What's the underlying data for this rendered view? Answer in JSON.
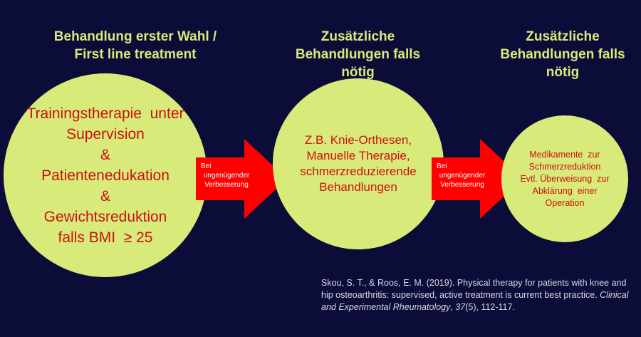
{
  "headings": {
    "col1": [
      "Behandlung erster Wahl /",
      "First line treatment"
    ],
    "col2": [
      "Zusätzliche",
      "Behandlungen falls",
      "nötig"
    ],
    "col3": [
      "Zusätzliche",
      "Behandlungen falls",
      "nötig"
    ]
  },
  "circles": {
    "first_line": [
      "Trainingstherapie  unter",
      "Supervision",
      "&",
      "Patientenedukation",
      "&",
      "Gewichtsreduktion",
      "falls BMI  ≥ 25"
    ],
    "additional_1": [
      "Z.B. Knie-Orthesen,",
      "Manuelle Therapie,",
      "schmerzreduzierende",
      "Behandlungen"
    ],
    "additional_2": [
      "Medikamente  zur",
      "Schmerzreduktion",
      "Evtl. Überweisung  zur",
      "Abklärung  einer",
      "Operation"
    ]
  },
  "arrows": {
    "arrow1": [
      "Bei",
      "ungenügender",
      "Verbesserung"
    ],
    "arrow2": [
      "Bei",
      "ungenügender",
      "Verbesserung"
    ]
  },
  "citation": {
    "part1": "Skou, S. T., & Roos, E. M. (2019). Physical therapy for patients with knee and hip osteoarthritis: supervised, active treatment is current best practice. ",
    "journal": "Clinical and Experimental Rheumatology",
    "part2": ", ",
    "volume": "37",
    "part3": "(5), 112-117."
  },
  "colors": {
    "background": "#0c0c38",
    "circle_fill": "#d8ea7a",
    "circle_text": "#cc1010",
    "arrow_fill": "#ff0000",
    "heading_text": "#d8ea7a"
  }
}
